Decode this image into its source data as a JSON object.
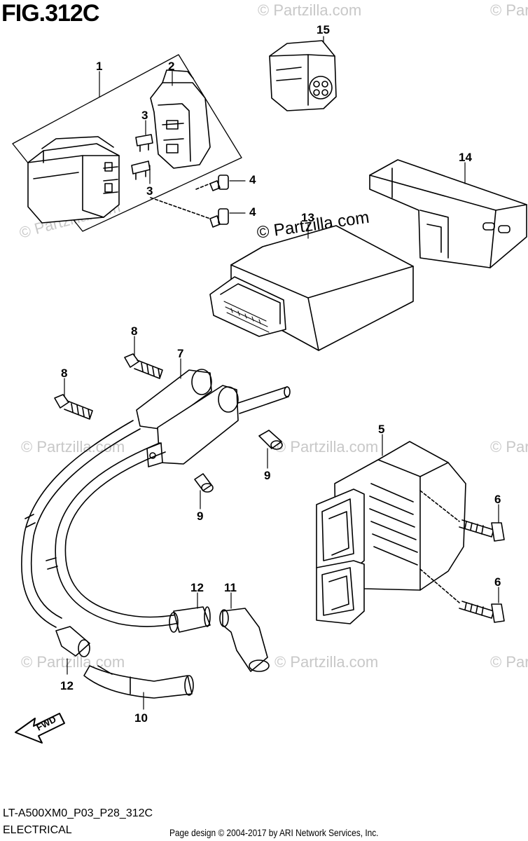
{
  "figure": {
    "title": "FIG.312C"
  },
  "watermark": {
    "text": "© Partzilla.com",
    "color": "#c8c8c8",
    "highlight_color": "#000000"
  },
  "callouts": [
    "1",
    "2",
    "3",
    "3",
    "4",
    "4",
    "5",
    "6",
    "6",
    "7",
    "8",
    "8",
    "9",
    "9",
    "10",
    "11",
    "12",
    "12",
    "13",
    "14",
    "15"
  ],
  "fwd_label": "FWD",
  "footer": {
    "model_code": "LT-A500XM0_P03_P28_312C",
    "category": "ELECTRICAL",
    "copyright": "Page design © 2004-2017 by ARI Network Services, Inc."
  },
  "colors": {
    "line": "#000000",
    "background": "#ffffff"
  }
}
